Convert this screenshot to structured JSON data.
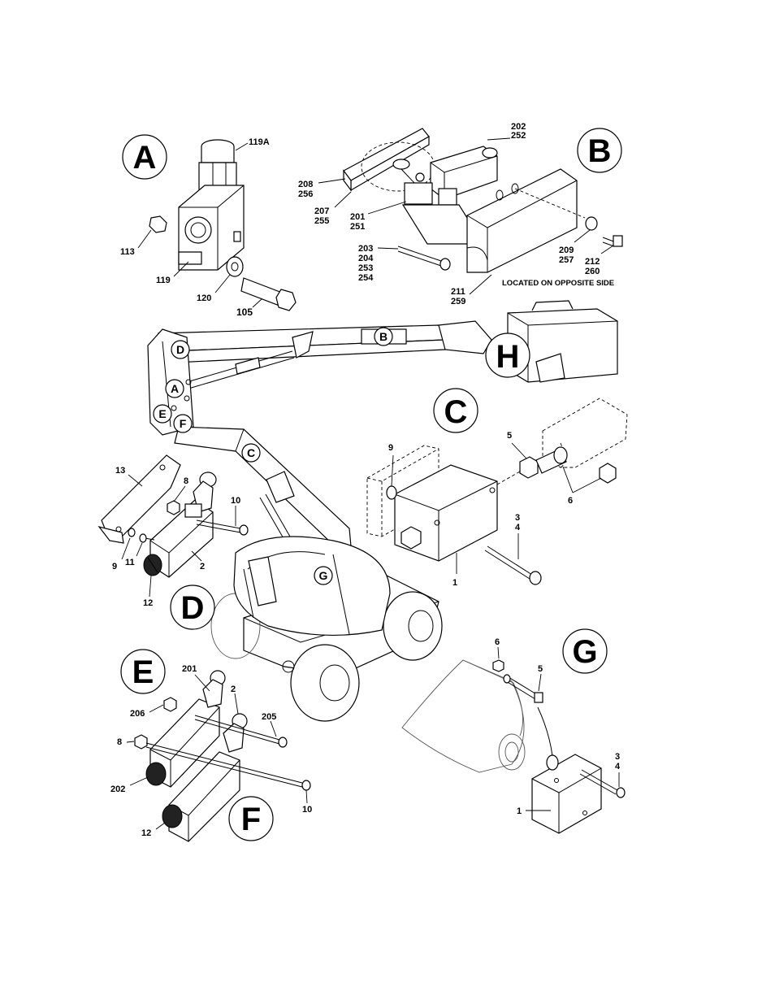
{
  "views": {
    "A": "A",
    "B": "B",
    "C": "C",
    "D": "D",
    "E": "E",
    "F": "F",
    "G": "G",
    "H": "H"
  },
  "machine_badges": {
    "A": "A",
    "B": "B",
    "C": "C",
    "D": "D",
    "E": "E",
    "F": "F",
    "G": "G"
  },
  "view_a": {
    "p119A": "119A",
    "p113": "113",
    "p119": "119",
    "p120": "120",
    "p105": "105"
  },
  "view_b": {
    "p202": "202",
    "p252": "252",
    "p208": "208",
    "p256": "256",
    "p207": "207",
    "p255": "255",
    "p201": "201",
    "p251": "251",
    "p203": "203",
    "p204": "204",
    "p253": "253",
    "p254": "254",
    "p209": "209",
    "p257": "257",
    "p212": "212",
    "p260": "260",
    "p211": "211",
    "p259": "259",
    "note": "LOCATED ON OPPOSITE SIDE"
  },
  "view_c": {
    "p9": "9",
    "p5": "5",
    "p6": "6",
    "p3": "3",
    "p4": "4",
    "p1": "1"
  },
  "view_d": {
    "p13": "13",
    "p8": "8",
    "p10": "10",
    "p9": "9",
    "p11": "11",
    "p2": "2",
    "p12": "12"
  },
  "view_ef": {
    "p201": "201",
    "p2": "2",
    "p206": "206",
    "p205": "205",
    "p8": "8",
    "p202": "202",
    "p10": "10",
    "p12": "12"
  },
  "view_g": {
    "p6": "6",
    "p5": "5",
    "p3": "3",
    "p4": "4",
    "p1": "1"
  }
}
